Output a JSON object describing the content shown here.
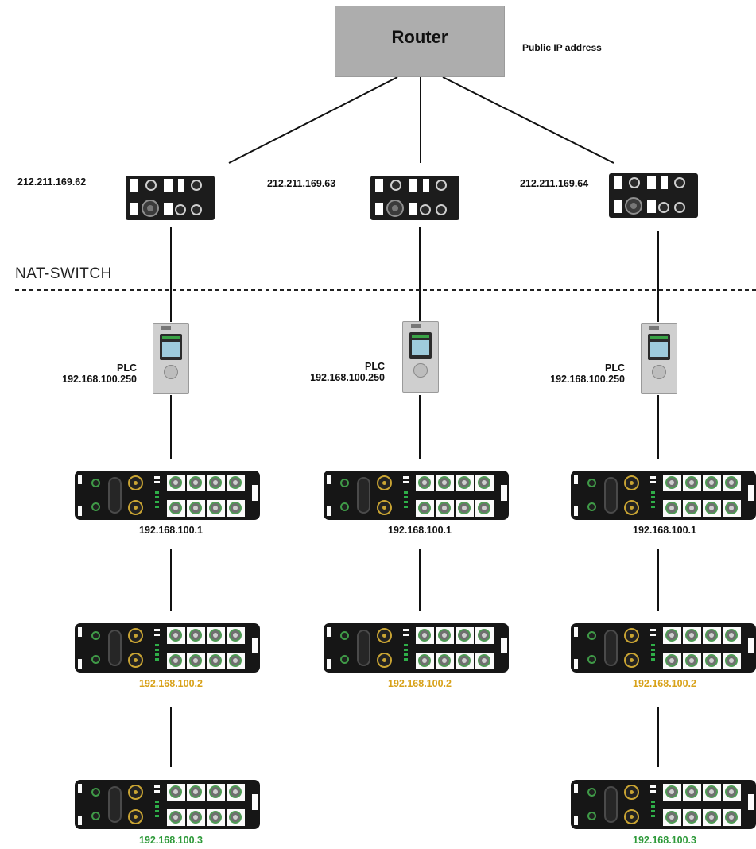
{
  "router": {
    "label": "Router",
    "public_ip_label": "Public IP address"
  },
  "nat_switch_label": "NAT-SWITCH",
  "columns": [
    {
      "nat_ip": "212.211.169.62",
      "plc_label": "PLC",
      "plc_ip": "192.168.100.250",
      "modules": [
        "192.168.100.1",
        "192.168.100.2",
        "192.168.100.3"
      ]
    },
    {
      "nat_ip": "212.211.169.63",
      "plc_label": "PLC",
      "plc_ip": "192.168.100.250",
      "modules": [
        "192.168.100.1",
        "192.168.100.2"
      ]
    },
    {
      "nat_ip": "212.211.169.64",
      "plc_label": "PLC",
      "plc_ip": "192.168.100.250",
      "modules": [
        "192.168.100.1",
        "192.168.100.2",
        "192.168.100.3"
      ]
    }
  ],
  "colors": {
    "router_fill": "#adadad",
    "module_ip_1": "#111111",
    "module_ip_2": "#d8a21a",
    "module_ip_3": "#2e9a3a"
  }
}
